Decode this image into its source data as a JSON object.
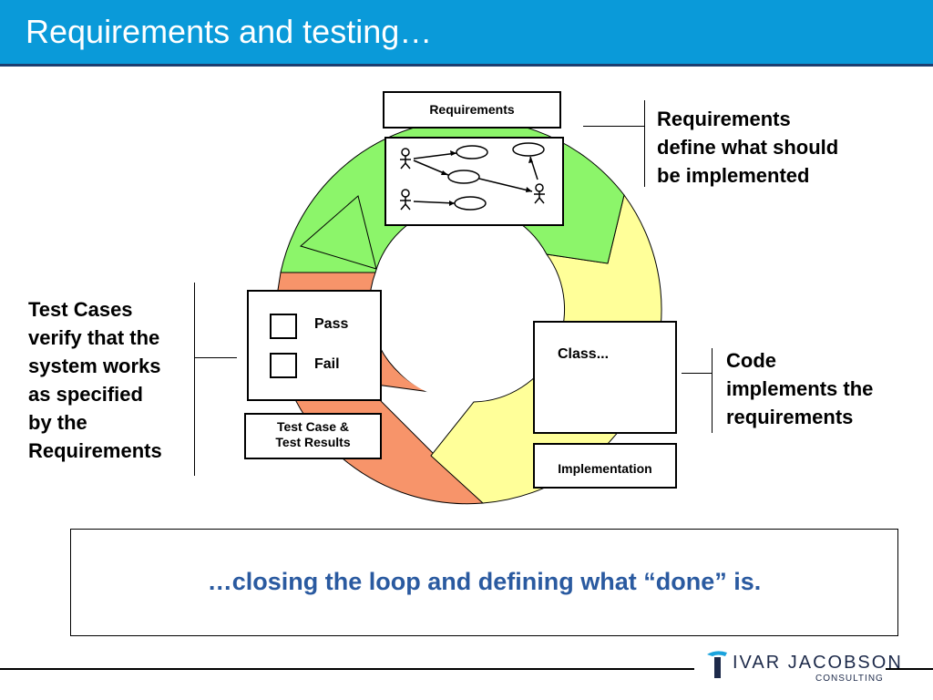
{
  "slide": {
    "title": "Requirements and testing…",
    "callout": "…closing the loop and defining what “done” is."
  },
  "notes": {
    "requirements": [
      "Requirements",
      "define what should",
      "be implemented"
    ],
    "code": [
      "Code",
      "implements the",
      "requirements"
    ],
    "tests": [
      "Test Cases",
      "verify that the",
      "system works",
      "as specified",
      "by the",
      "Requirements"
    ]
  },
  "boxes": {
    "requirements_label": "Requirements",
    "class_text": "Class...",
    "implementation_label": "Implementation",
    "test_label_1": "Test Case &",
    "test_label_2": "Test Results",
    "pass_label": "Pass",
    "fail_label": "Fail"
  },
  "logo": {
    "name": "IVAR JACOBSON",
    "sub": "CONSULTING"
  },
  "colors": {
    "title_bar": "#0a9ad9",
    "green_segment": "#8cf56a",
    "yellow_segment": "#ffff99",
    "orange_segment": "#f7946a",
    "callout_text": "#2a5aa0"
  }
}
